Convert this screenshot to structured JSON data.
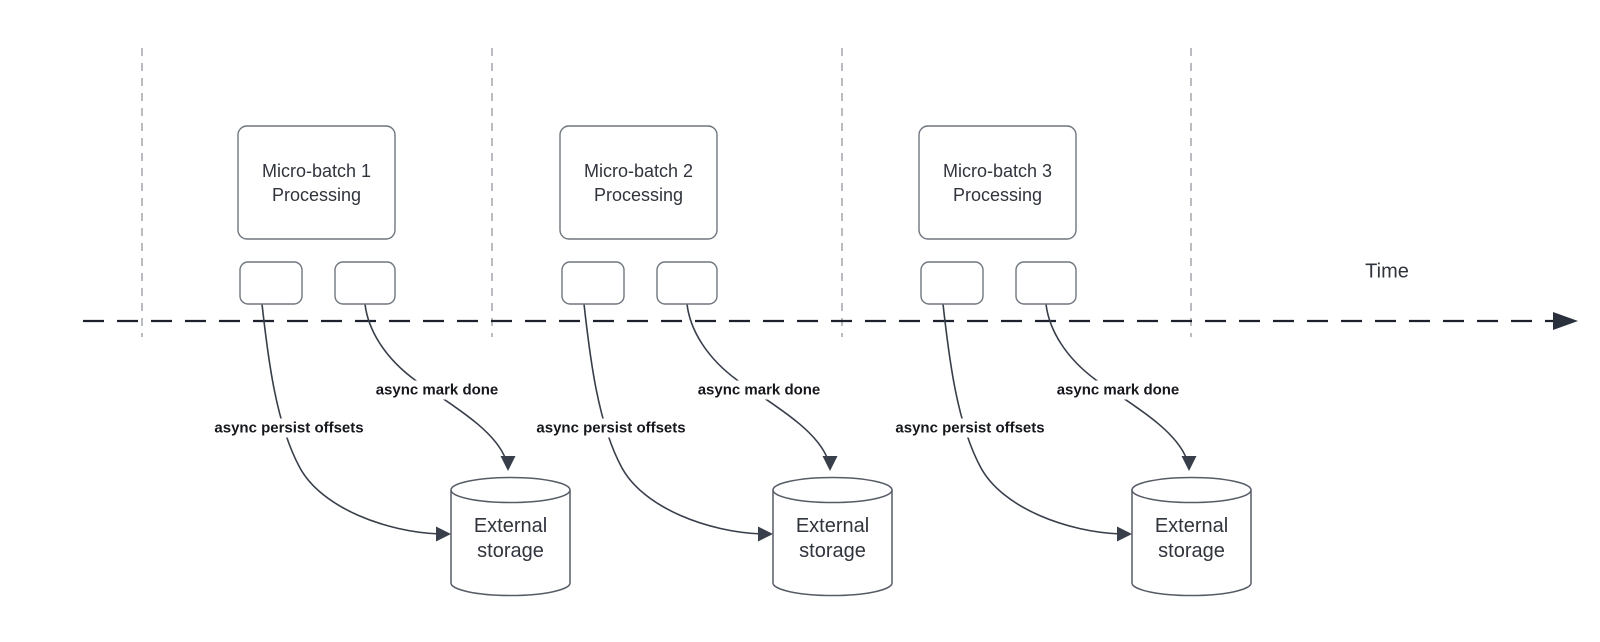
{
  "diagram": {
    "time_label": "Time",
    "batches": [
      {
        "box_line1": "Micro-batch 1",
        "box_line2": "Processing",
        "persist_label": "async persist offsets",
        "done_label": "async mark done",
        "storage_line1": "External",
        "storage_line2": "storage"
      },
      {
        "box_line1": "Micro-batch 2",
        "box_line2": "Processing",
        "persist_label": "async persist offsets",
        "done_label": "async mark done",
        "storage_line1": "External",
        "storage_line2": "storage"
      },
      {
        "box_line1": "Micro-batch 3",
        "box_line2": "Processing",
        "persist_label": "async persist offsets",
        "done_label": "async mark done",
        "storage_line1": "External",
        "storage_line2": "storage"
      }
    ],
    "colors": {
      "background": "#ffffff",
      "time_axis": "#1d212b",
      "guide_lines": "#a8abb0",
      "shape_border": "#70767f",
      "cylinder_border": "#565c66",
      "arrow": "#383f4a",
      "shape_text": "#30343c",
      "arrow_label_text": "#16181d"
    }
  }
}
